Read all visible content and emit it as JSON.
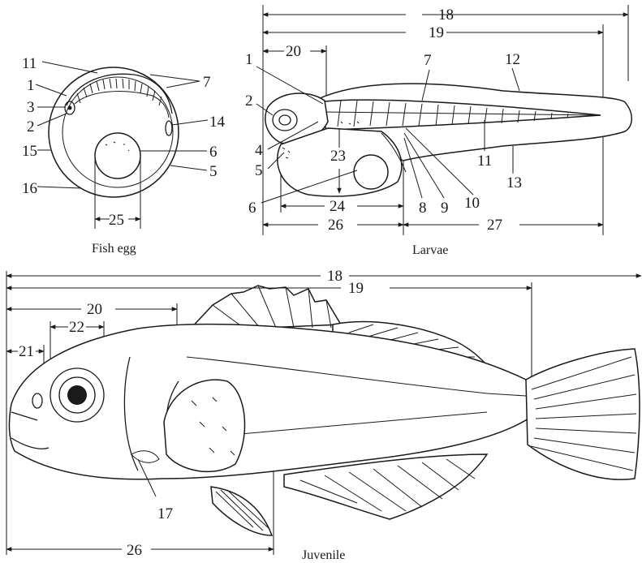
{
  "diagram": {
    "captions": {
      "egg": "Fish egg",
      "larvae": "Larvae",
      "juvenile": "Juvenile"
    },
    "egg_labels": {
      "l11": "11",
      "l1": "1",
      "l3": "3",
      "l2": "2",
      "l15": "15",
      "l16": "16",
      "l7": "7",
      "l14": "14",
      "l6": "6",
      "l5": "5",
      "l25": "25"
    },
    "larva_labels": {
      "l18": "18",
      "l19": "19",
      "l1": "1",
      "l20": "20",
      "l7": "7",
      "l12": "12",
      "l2": "2",
      "l4": "4",
      "l5": "5",
      "l6": "6",
      "l23": "23",
      "l24": "24",
      "l26": "26",
      "l27": "27",
      "l8": "8",
      "l9": "9",
      "l10": "10",
      "l11": "11",
      "l13": "13"
    },
    "juvenile_labels": {
      "l18": "18",
      "l19": "19",
      "l20": "20",
      "l21": "21",
      "l22": "22",
      "l17": "17",
      "l26": "26"
    }
  }
}
